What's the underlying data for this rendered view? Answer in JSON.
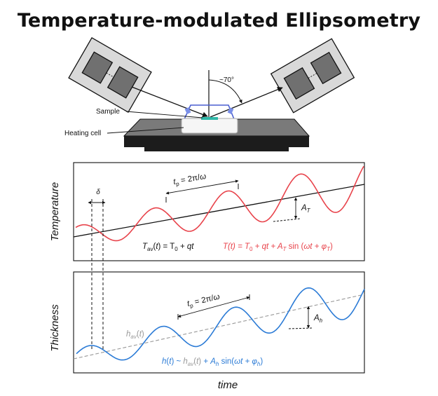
{
  "title": "Temperature-modulated Ellipsometry",
  "setup": {
    "angle_label": "~70°",
    "sample_label": "Sample",
    "heating_cell_label": "Heating cell"
  },
  "temperature_panel": {
    "y_axis_label": "Temperature",
    "delta_label": "δ",
    "period_label": "tp = 2π/ω",
    "amplitude_label": "AT",
    "average_equation": "Tav(t) = T0 + qt",
    "full_equation": "T(t) = T0 + qt + AT sin (ωt + φT)"
  },
  "thickness_panel": {
    "y_axis_label": "Thickness",
    "period_label": "tp = 2π/ω",
    "amplitude_label": "Ah",
    "average_label": "hav(t)",
    "full_equation": "h(t) ~ hav(t) + Ah sin(ωt + φh)"
  },
  "x_axis_label": "time",
  "colors": {
    "temperature_curve": "#e8434b",
    "thickness_curve": "#2b7bd6",
    "average_line": "#111111",
    "thickness_average_line": "#999999",
    "sample_teal": "#2fb8a8",
    "beam_blue": "#4a5fd0"
  }
}
